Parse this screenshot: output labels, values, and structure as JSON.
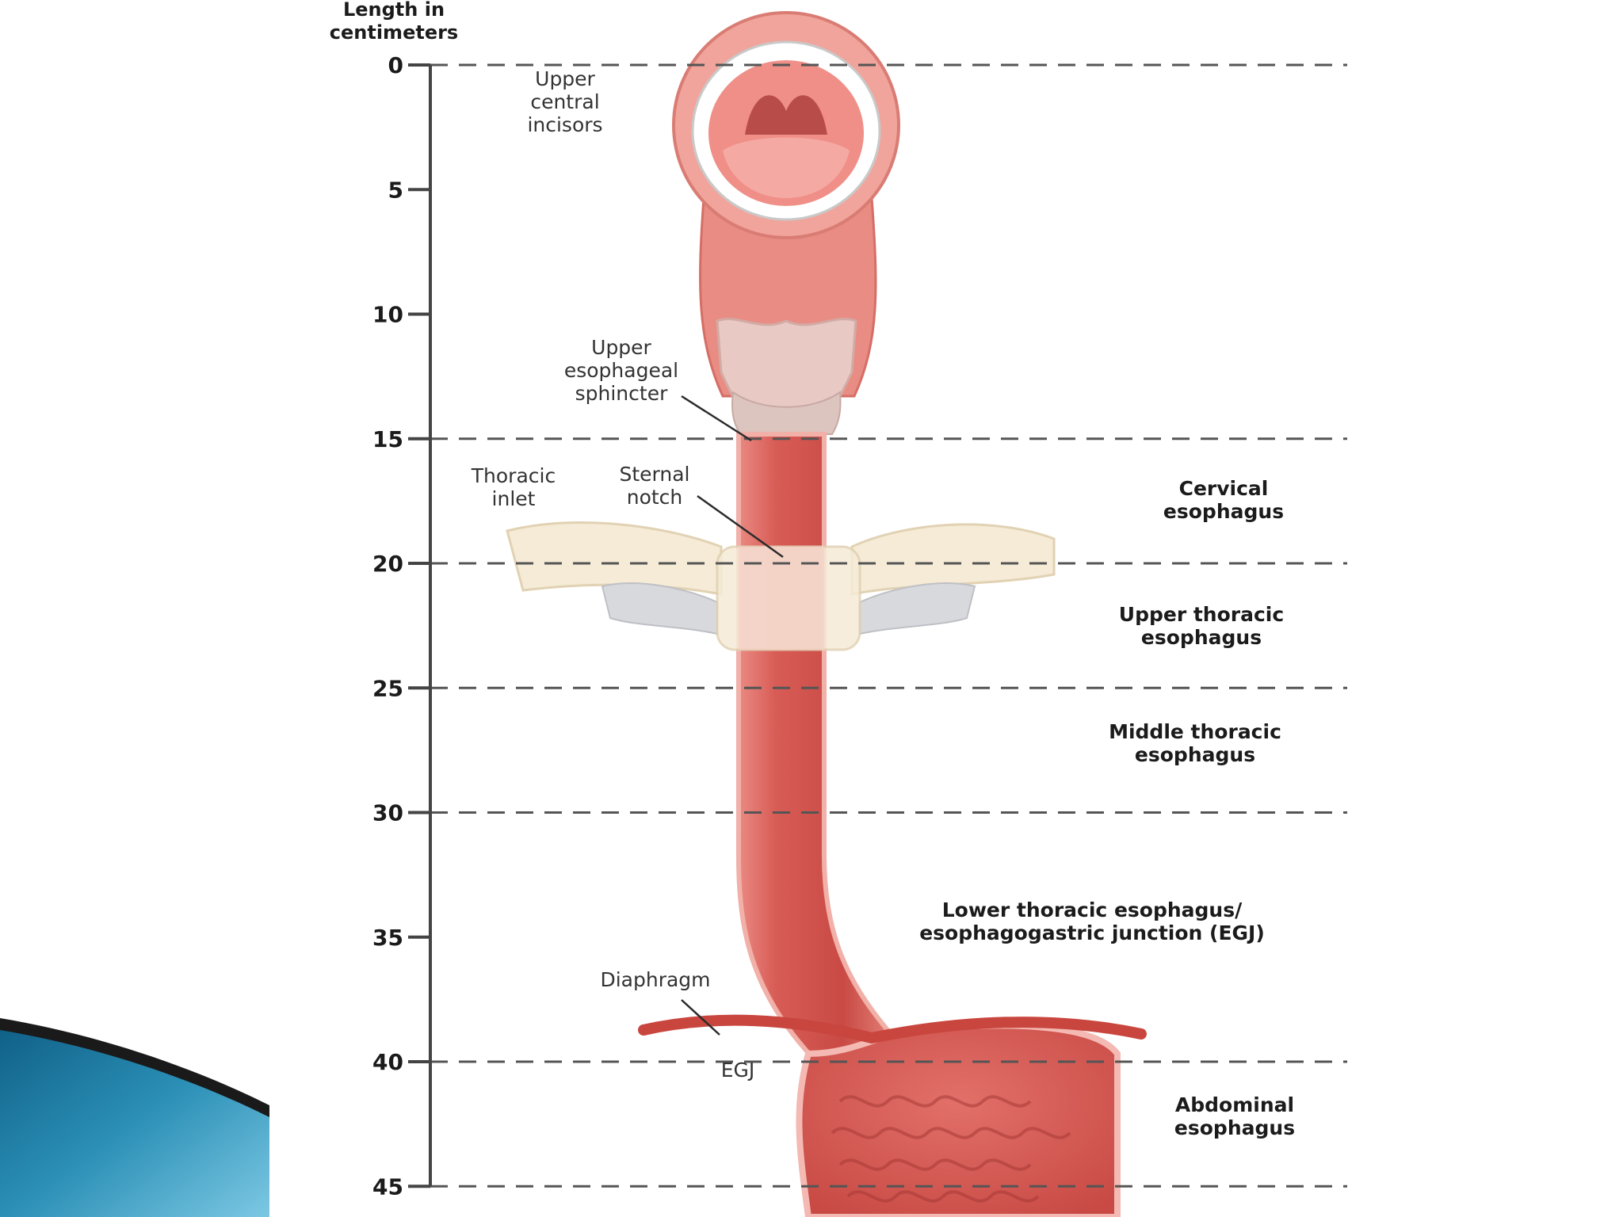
{
  "axis": {
    "title": [
      "Length in",
      "centimeters"
    ],
    "unit": "cm",
    "ylim": [
      0,
      45
    ],
    "ticks": [
      0,
      5,
      10,
      15,
      20,
      25,
      30,
      35,
      40,
      45
    ],
    "tick_labels": [
      "0",
      "5",
      "10",
      "15",
      "20",
      "25",
      "30",
      "35",
      "40",
      "45"
    ]
  },
  "landmarks": [
    {
      "key": "incisors",
      "lines": [
        "Upper",
        "central",
        "incisors"
      ],
      "depth_cm": 0
    },
    {
      "key": "ues",
      "lines": [
        "Upper",
        "esophageal",
        "sphincter"
      ],
      "depth_cm": 15
    },
    {
      "key": "thoracic-inlet",
      "lines": [
        "Thoracic",
        "inlet"
      ],
      "depth_cm": 20
    },
    {
      "key": "sternal-notch",
      "lines": [
        "Sternal",
        "notch"
      ],
      "depth_cm": 20
    },
    {
      "key": "diaphragm",
      "lines": [
        "Diaphragm"
      ],
      "depth_cm": 40
    },
    {
      "key": "egj",
      "lines": [
        "EGJ"
      ],
      "depth_cm": 40
    }
  ],
  "sections": [
    {
      "key": "cervical",
      "lines": [
        "Cervical",
        "esophagus"
      ],
      "from_cm": 15,
      "to_cm": 20
    },
    {
      "key": "upper-thoracic",
      "lines": [
        "Upper thoracic",
        "esophagus"
      ],
      "from_cm": 20,
      "to_cm": 25
    },
    {
      "key": "middle-thoracic",
      "lines": [
        "Middle thoracic",
        "esophagus"
      ],
      "from_cm": 25,
      "to_cm": 30
    },
    {
      "key": "lower-thoracic",
      "lines": [
        "Lower thoracic esophagus/",
        "esophagogastric junction (EGJ)"
      ],
      "from_cm": 30,
      "to_cm": 40
    },
    {
      "key": "abdominal",
      "lines": [
        "Abdominal",
        "esophagus"
      ],
      "from_cm": 40,
      "to_cm": 45
    }
  ],
  "dashed_lines_cm": [
    0,
    15,
    20,
    25,
    30,
    40,
    45
  ],
  "colors": {
    "tissue": "#d9605a",
    "tissue_dark": "#b8403c",
    "tissue_light": "#f0a79e",
    "bone": "#f3e6cc",
    "cartilage": "#d6d8de",
    "slide_accent": "#2b8fb6",
    "text": "#1b1b1b"
  }
}
